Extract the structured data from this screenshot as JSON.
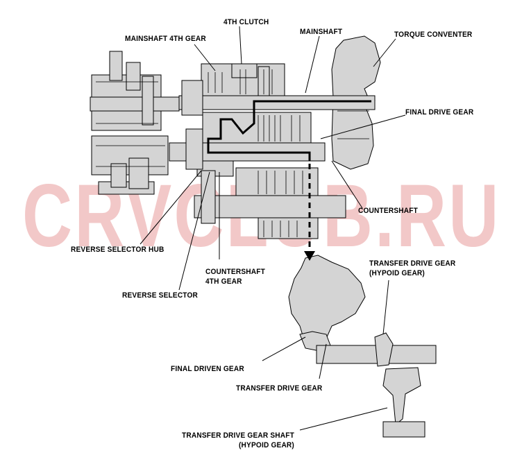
{
  "watermark": "CRVCLUB.RU",
  "labels": {
    "clutch_4th": "4TH CLUTCH",
    "mainshaft_4th_gear": "MAINSHAFT 4TH GEAR",
    "mainshaft": "MAINSHAFT",
    "torque_converter": "TORQUE CONVENTER",
    "final_drive_gear": "FINAL DRIVE GEAR",
    "countershaft": "COUNTERSHAFT",
    "reverse_selector_hub": "REVERSE SELECTOR HUB",
    "countershaft_4th_gear_l1": "COUNTERSHAFT",
    "countershaft_4th_gear_l2": "4TH GEAR",
    "reverse_selector": "REVERSE SELECTOR",
    "transfer_drive_gear_hypoid_l1": "TRANSFER DRIVE GEAR",
    "transfer_drive_gear_hypoid_l2": "(HYPOID GEAR)",
    "final_driven_gear": "FINAL DRIVEN GEAR",
    "transfer_drive_gear": "TRANSFER DRIVE GEAR",
    "transfer_drive_gear_shaft_l1": "TRANSFER DRIVE GEAR SHAFT",
    "transfer_drive_gear_shaft_l2": "(HYPOID GEAR)"
  },
  "colors": {
    "part_fill": "#d4d4d4",
    "outline": "#000000",
    "watermark": "#f2c8c8",
    "power_flow": "#000000"
  }
}
